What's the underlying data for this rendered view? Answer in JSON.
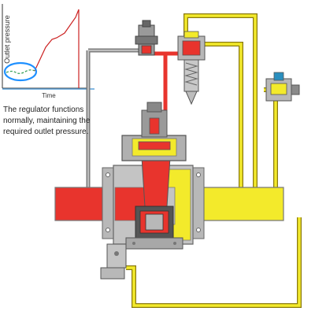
{
  "chart": {
    "y_label": "Outlet pressure",
    "x_label": "Time"
  },
  "caption": "The regulator functions normally, maintaining the required outlet pressure.",
  "colors": {
    "inlet_pressure": "#e8342d",
    "outlet_pressure": "#f3ea2b",
    "pipe_outline": "#777777",
    "body_grey": "#b8b8b8",
    "highlight_ring": "#1e90ff",
    "trace_normal": "#3aa05a",
    "trace_rise": "#cc2222"
  },
  "icons": [
    "pilot-valve-icon",
    "needle-valve-icon",
    "sensing-valve-icon",
    "gauge-fitting-icon"
  ]
}
